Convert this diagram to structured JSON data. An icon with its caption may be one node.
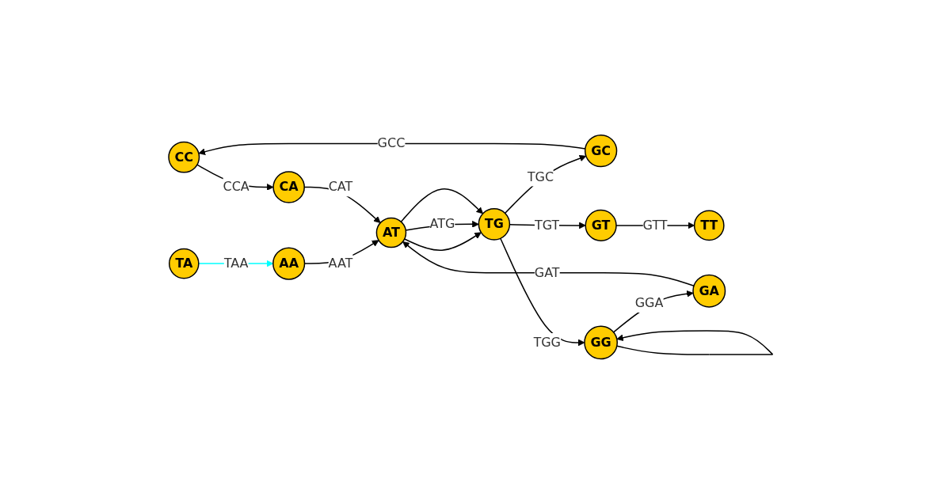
{
  "diagram": {
    "nodes": [
      {
        "text": [
          "CC"
        ]
      },
      {
        "text": [
          "CA"
        ]
      },
      {
        "text": [
          "GC"
        ]
      },
      {
        "text": [
          "TA"
        ]
      },
      {
        "text": [
          "AA"
        ]
      },
      {
        "text": [
          "AT"
        ]
      },
      {
        "text": [
          "TG"
        ]
      },
      {
        "text": [
          "GT"
        ]
      },
      {
        "text": [
          "TT"
        ]
      },
      {
        "text": [
          "GA"
        ]
      },
      {
        "text": [
          "GG"
        ]
      }
    ],
    "edges": [
      {
        "from": 3,
        "to": 4,
        "arrow": "to",
        "label": "TAA",
        "color": "#00ffff"
      },
      {
        "from": 4,
        "to": 5,
        "arrow": "to",
        "label": "AAT"
      },
      {
        "from": 0,
        "to": 1,
        "arrow": "to",
        "label": "CCA"
      },
      {
        "from": 2,
        "to": 0,
        "arrow": "to",
        "label": "GCC"
      },
      {
        "from": 1,
        "to": 5,
        "arrow": "to",
        "label": "CAT"
      },
      {
        "from": 5,
        "to": 6,
        "arrow": "to"
      },
      {
        "from": 5,
        "to": 6,
        "arrow": "to",
        "label": "ATG"
      },
      {
        "from": 5,
        "to": 6,
        "arrow": "to"
      },
      {
        "from": 6,
        "to": 2,
        "arrow": "to",
        "label": "TGC"
      },
      {
        "from": 6,
        "to": 7,
        "arrow": "to",
        "label": "TGT"
      },
      {
        "from": 7,
        "to": 8,
        "arrow": "to",
        "label": "GTT"
      },
      {
        "from": 6,
        "to": 10,
        "arrow": "to",
        "label": "TGG"
      },
      {
        "from": 10,
        "to": 10,
        "arrow": "to"
      },
      {
        "from": 10,
        "to": 9,
        "arrow": "to",
        "label": "GGA"
      },
      {
        "from": 9,
        "to": 5,
        "arrow": "to",
        "label": "GAT"
      }
    ]
  }
}
